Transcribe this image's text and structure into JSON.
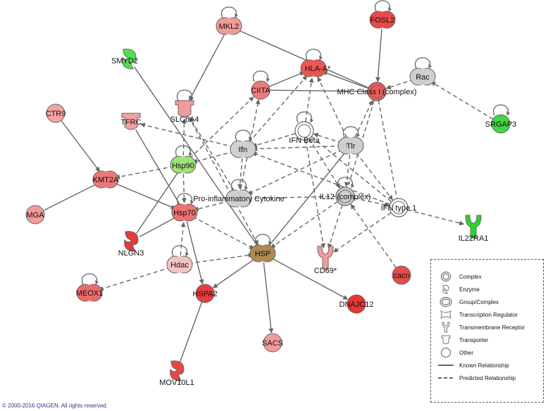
{
  "nodes": [
    {
      "id": "mkl2",
      "label": "MKL2",
      "shape": "group",
      "fill": "#f39a9a",
      "self": true
    },
    {
      "id": "fosl2",
      "label": "FOSL2",
      "shape": "group",
      "fill": "#e94a4a",
      "self": true
    },
    {
      "id": "smyd2",
      "label": "SMYD2",
      "shape": "enzyme",
      "fill": "#4fe04f",
      "self": false
    },
    {
      "id": "hlaa",
      "label": "HLA-A*",
      "shape": "group",
      "fill": "#ee5555",
      "self": true
    },
    {
      "id": "rac",
      "label": "Rac",
      "shape": "group",
      "fill": "#cfcfcf",
      "self": true
    },
    {
      "id": "ciita",
      "label": "CIITA",
      "shape": "ellipse",
      "fill": "#ef7a7a",
      "self": true
    },
    {
      "id": "mhc",
      "label": "MHC Class I (complex)",
      "shape": "complex",
      "fill": "#ee5a5a",
      "self": false
    },
    {
      "id": "slc6a4",
      "label": "SLC6A4",
      "shape": "transporter",
      "fill": "#f39a9a",
      "self": true
    },
    {
      "id": "ctr9",
      "label": "CTR9",
      "shape": "ellipse",
      "fill": "#f4a3a3",
      "self": false
    },
    {
      "id": "tfrc",
      "label": "TFRC",
      "shape": "transporter",
      "fill": "#f3a0a0",
      "self": false
    },
    {
      "id": "ifnbeta",
      "label": "IFN Beta",
      "shape": "complex",
      "fill": "#ffffff",
      "self": true
    },
    {
      "id": "srgap3",
      "label": "SRGAP3",
      "shape": "ellipse",
      "fill": "#3fd73f",
      "self": true
    },
    {
      "id": "ifn",
      "label": "Ifn",
      "shape": "group",
      "fill": "#cfcfcf",
      "self": true
    },
    {
      "id": "tlr",
      "label": "Tlr",
      "shape": "group",
      "fill": "#cfcfcf",
      "self": true
    },
    {
      "id": "hsp90",
      "label": "Hsp90",
      "shape": "group",
      "fill": "#9ee07a",
      "self": true
    },
    {
      "id": "kmt2a",
      "label": "KMT2A",
      "shape": "group",
      "fill": "#ee7777",
      "self": false
    },
    {
      "id": "proinf",
      "label": "Pro-inflammatory Cytokine",
      "shape": "group",
      "fill": "#cfcfcf",
      "self": true
    },
    {
      "id": "il12",
      "label": "IL12 (complex)",
      "shape": "complex",
      "fill": "#cfcfcf",
      "self": true
    },
    {
      "id": "ifntype1",
      "label": "IFN type 1",
      "shape": "complex",
      "fill": "#ffffff",
      "self": false
    },
    {
      "id": "mga",
      "label": "MGA",
      "shape": "ellipse",
      "fill": "#f39a9a",
      "self": false
    },
    {
      "id": "hsp70",
      "label": "Hsp70",
      "shape": "group",
      "fill": "#ee7070",
      "self": true
    },
    {
      "id": "il22ra1",
      "label": "IL22RA1",
      "shape": "receptor",
      "fill": "#2ad42a",
      "self": false
    },
    {
      "id": "nlgn3",
      "label": "NLGN3",
      "shape": "enzyme",
      "fill": "#e23b3b",
      "self": false
    },
    {
      "id": "hsp",
      "label": "HSP",
      "shape": "group",
      "fill": "#b08a52",
      "self": true
    },
    {
      "id": "cd69",
      "label": "CD69*",
      "shape": "receptor",
      "fill": "#f39a9a",
      "self": false
    },
    {
      "id": "hdac",
      "label": "Hdac",
      "shape": "group",
      "fill": "#f3c3c3",
      "self": true
    },
    {
      "id": "cacn",
      "label": "cacn",
      "shape": "ellipse",
      "fill": "#e84a4a",
      "self": false
    },
    {
      "id": "meox1",
      "label": "MEOX1",
      "shape": "group",
      "fill": "#ee6a6a",
      "self": true
    },
    {
      "id": "hspa2",
      "label": "HSPA2",
      "shape": "ellipse",
      "fill": "#e93b3b",
      "self": false
    },
    {
      "id": "dnajc12",
      "label": "DNAJC12",
      "shape": "ellipse",
      "fill": "#e83535",
      "self": false
    },
    {
      "id": "sacs",
      "label": "SACS",
      "shape": "ellipse",
      "fill": "#f39a9a",
      "self": false
    },
    {
      "id": "mov10l1",
      "label": "MOV10L1",
      "shape": "enzyme",
      "fill": "#e84545",
      "self": false
    }
  ],
  "edges": [
    {
      "from": "mkl2",
      "to": "slc6a4",
      "type": "known",
      "arrow": true
    },
    {
      "from": "mkl2",
      "to": "mhc",
      "type": "known",
      "arrow": false
    },
    {
      "from": "fosl2",
      "to": "mhc",
      "type": "known",
      "arrow": true
    },
    {
      "from": "smyd2",
      "to": "hsp",
      "type": "known",
      "arrow": false
    },
    {
      "from": "ciita",
      "to": "hlaa",
      "type": "known",
      "arrow": true
    },
    {
      "from": "ciita",
      "to": "mhc",
      "type": "known",
      "arrow": false
    },
    {
      "from": "mhc",
      "to": "hlaa",
      "type": "known",
      "arrow": true
    },
    {
      "from": "srgap3",
      "to": "rac",
      "type": "predicted",
      "arrow": true
    },
    {
      "from": "rac",
      "to": "mhc",
      "type": "predicted",
      "arrow": true
    },
    {
      "from": "ctr9",
      "to": "kmt2a",
      "type": "known",
      "arrow": true
    },
    {
      "from": "tfrc",
      "to": "hsp70",
      "type": "known",
      "arrow": false
    },
    {
      "from": "kmt2a",
      "to": "mga",
      "type": "known",
      "arrow": false
    },
    {
      "from": "kmt2a",
      "to": "hsp70",
      "type": "known",
      "arrow": true
    },
    {
      "from": "hsp90",
      "to": "kmt2a",
      "type": "predicted",
      "arrow": true
    },
    {
      "from": "hsp90",
      "to": "ciita",
      "type": "predicted",
      "arrow": true
    },
    {
      "from": "hsp90",
      "to": "slc6a4",
      "type": "predicted",
      "arrow": true
    },
    {
      "from": "hsp90",
      "to": "hsp70",
      "type": "predicted",
      "arrow": true
    },
    {
      "from": "ifn",
      "to": "tfrc",
      "type": "predicted",
      "arrow": true
    },
    {
      "from": "ifn",
      "to": "hsp90",
      "type": "predicted",
      "arrow": true
    },
    {
      "from": "ifn",
      "to": "hlaa",
      "type": "predicted",
      "arrow": true
    },
    {
      "from": "ifn",
      "to": "proinf",
      "type": "predicted",
      "arrow": true
    },
    {
      "from": "ifnbeta",
      "to": "hlaa",
      "type": "predicted",
      "arrow": true
    },
    {
      "from": "ifnbeta",
      "to": "ifn",
      "type": "predicted",
      "arrow": true
    },
    {
      "from": "ifnbeta",
      "to": "il12",
      "type": "predicted",
      "arrow": true
    },
    {
      "from": "ifnbeta",
      "to": "ifntype1",
      "type": "predicted",
      "arrow": false
    },
    {
      "from": "ifnbeta",
      "to": "cd69",
      "type": "predicted",
      "arrow": true
    },
    {
      "from": "tlr",
      "to": "ifn",
      "type": "predicted",
      "arrow": true
    },
    {
      "from": "tlr",
      "to": "hlaa",
      "type": "predicted",
      "arrow": true
    },
    {
      "from": "tlr",
      "to": "mhc",
      "type": "predicted",
      "arrow": true
    },
    {
      "from": "tlr",
      "to": "ifnbeta",
      "type": "predicted",
      "arrow": true
    },
    {
      "from": "tlr",
      "to": "il12",
      "type": "predicted",
      "arrow": true
    },
    {
      "from": "tlr",
      "to": "ifntype1",
      "type": "predicted",
      "arrow": true
    },
    {
      "from": "tlr",
      "to": "proinf",
      "type": "predicted",
      "arrow": true
    },
    {
      "from": "tlr",
      "to": "hsp",
      "type": "known",
      "arrow": false
    },
    {
      "from": "mhc",
      "to": "il12",
      "type": "predicted",
      "arrow": false
    },
    {
      "from": "mhc",
      "to": "ifntype1",
      "type": "predicted",
      "arrow": false
    },
    {
      "from": "proinf",
      "to": "slc6a4",
      "type": "predicted",
      "arrow": true
    },
    {
      "from": "proinf",
      "to": "hsp70",
      "type": "predicted",
      "arrow": true
    },
    {
      "from": "proinf",
      "to": "ciita",
      "type": "predicted",
      "arrow": true
    },
    {
      "from": "proinf",
      "to": "il12",
      "type": "predicted",
      "arrow": false
    },
    {
      "from": "il12",
      "to": "ifntype1",
      "type": "predicted",
      "arrow": true
    },
    {
      "from": "il12",
      "to": "cd69",
      "type": "predicted",
      "arrow": true
    },
    {
      "from": "il12",
      "to": "hsp",
      "type": "predicted",
      "arrow": true
    },
    {
      "from": "ifntype1",
      "to": "il22ra1",
      "type": "predicted",
      "arrow": true
    },
    {
      "from": "ifntype1",
      "to": "cd69",
      "type": "predicted",
      "arrow": true
    },
    {
      "from": "ifntype1",
      "to": "ifn",
      "type": "predicted",
      "arrow": true
    },
    {
      "from": "cacn",
      "to": "il12",
      "type": "predicted",
      "arrow": true
    },
    {
      "from": "hsp70",
      "to": "hsp",
      "type": "predicted",
      "arrow": true
    },
    {
      "from": "hsp70",
      "to": "hspa2",
      "type": "known",
      "arrow": true
    },
    {
      "from": "hsp70",
      "to": "nlgn3",
      "type": "known",
      "arrow": false
    },
    {
      "from": "hsp90",
      "to": "nlgn3",
      "type": "known",
      "arrow": false
    },
    {
      "from": "hdac",
      "to": "hsp",
      "type": "predicted",
      "arrow": true
    },
    {
      "from": "hdac",
      "to": "meox1",
      "type": "predicted",
      "arrow": true
    },
    {
      "from": "hdac",
      "to": "hsp70",
      "type": "predicted",
      "arrow": true
    },
    {
      "from": "hsp",
      "to": "hspa2",
      "type": "known",
      "arrow": true
    },
    {
      "from": "hsp",
      "to": "dnajc12",
      "type": "known",
      "arrow": true
    },
    {
      "from": "hsp",
      "to": "sacs",
      "type": "known",
      "arrow": true
    },
    {
      "from": "hspa2",
      "to": "mov10l1",
      "type": "known",
      "arrow": false
    },
    {
      "from": "slc6a4",
      "to": "hsp",
      "type": "predicted",
      "arrow": true
    }
  ],
  "legend": {
    "items": [
      {
        "label": "Complex",
        "shape": "complex"
      },
      {
        "label": "Enzyme",
        "shape": "enzyme"
      },
      {
        "label": "Group/Complex",
        "shape": "group-complex"
      },
      {
        "label": "Transcription Regulator",
        "shape": "tr"
      },
      {
        "label": "Transmembrane Receptor",
        "shape": "receptor"
      },
      {
        "label": "Transporter",
        "shape": "transporter"
      },
      {
        "label": "Other",
        "shape": "other"
      },
      {
        "label": "Known Relationship",
        "shape": "known-line"
      },
      {
        "label": "Predicted Relationship",
        "shape": "predicted-line"
      }
    ]
  },
  "copyright": "© 2000-2016 QIAGEN. All rights reserved."
}
